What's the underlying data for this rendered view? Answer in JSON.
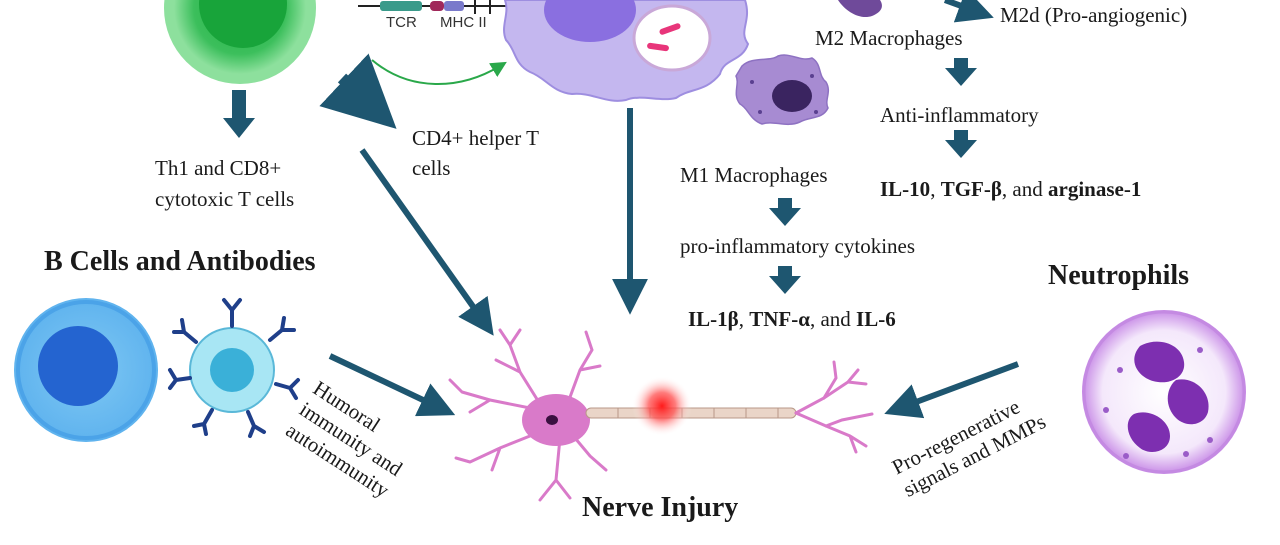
{
  "labels": {
    "tcr": "TCR",
    "mhc": "MHC II",
    "th1_line1": "Th1 and CD8+",
    "th1_line2": "cytotoxic T cells",
    "cd4_line1": "CD4+ helper T",
    "cd4_line2": "cells",
    "m2d": "M2d (Pro-angiogenic)",
    "m2": "M2 Macrophages",
    "anti_inflammatory": "Anti-inflammatory",
    "m2_products": {
      "a": "IL-10",
      "sep1": ", ",
      "b": "TGF-β",
      "sep2": ", and ",
      "c": "arginase-1"
    },
    "m1": "M1 Macrophages",
    "pro_inflammatory": "pro-inflammatory cytokines",
    "m1_products": {
      "a": "IL-1β",
      "sep1": ", ",
      "b": "TNF-α",
      "sep2": ", and ",
      "c": "IL-6"
    },
    "b_cells": "B Cells and Antibodies",
    "neutrophils": "Neutrophils",
    "humoral": [
      "Humoral",
      "immunity and",
      "autoimmunity"
    ],
    "proregen": [
      "Pro-regenerative",
      "signals and MMPs"
    ],
    "nerve_injury": "Nerve Injury"
  },
  "colors": {
    "arrow": "#1e5670",
    "green_cell": "#5fcf7a",
    "apc_cell": "#c4b7ef",
    "b_cell": "#3d7fe0",
    "neuron": "#d97ac9",
    "injury": "#ff3030",
    "neutrophil_nucleus": "#7d2fb0"
  }
}
